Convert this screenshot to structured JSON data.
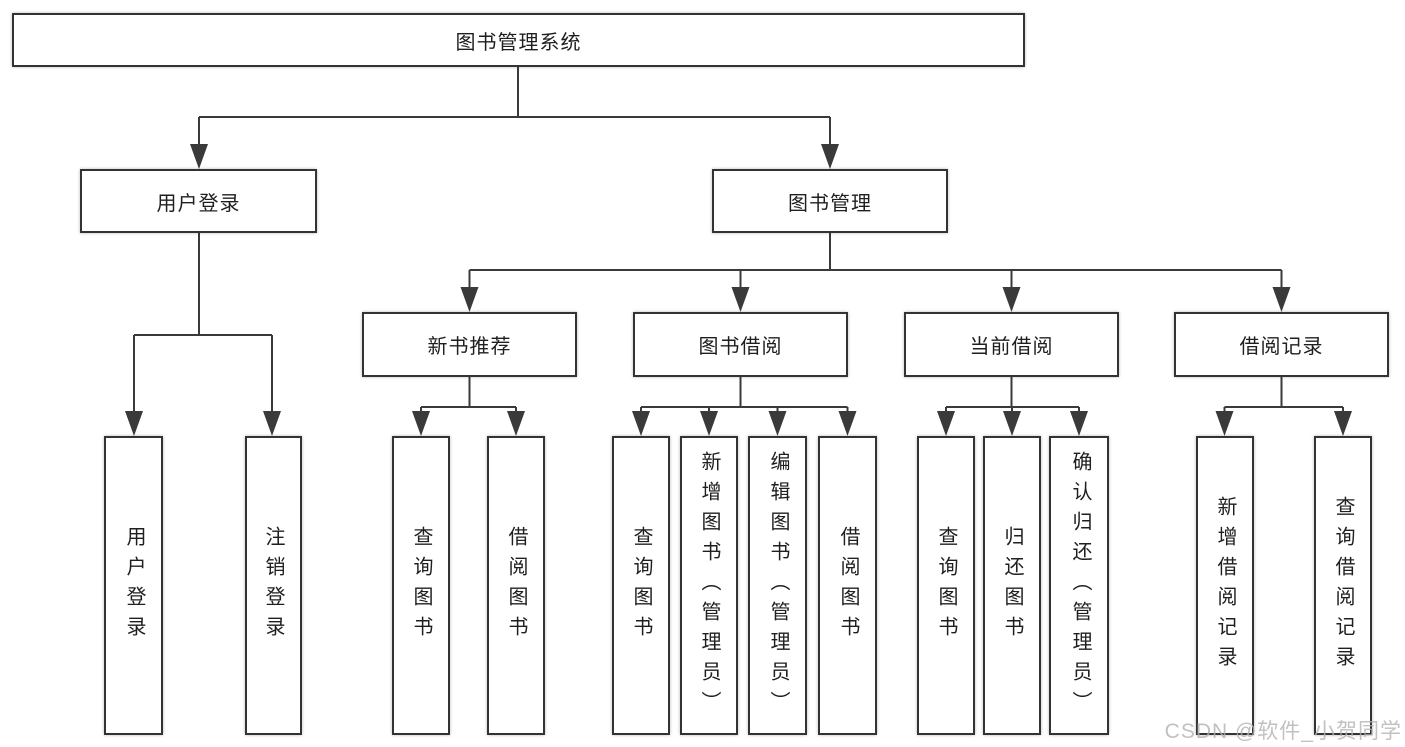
{
  "tree": {
    "label": "图书管理系统",
    "children": [
      {
        "label": "用户登录",
        "children": [
          {
            "label": "用户登录"
          },
          {
            "label": "注销登录"
          }
        ]
      },
      {
        "label": "图书管理",
        "children": [
          {
            "label": "新书推荐",
            "children": [
              {
                "label": "查询图书"
              },
              {
                "label": "借阅图书"
              }
            ]
          },
          {
            "label": "图书借阅",
            "children": [
              {
                "label": "查询图书"
              },
              {
                "label": "新增图书（管理员）"
              },
              {
                "label": "编辑图书（管理员）"
              },
              {
                "label": "借阅图书"
              }
            ]
          },
          {
            "label": "当前借阅",
            "children": [
              {
                "label": "查询图书"
              },
              {
                "label": "归还图书"
              },
              {
                "label": "确认归还（管理员）"
              }
            ]
          },
          {
            "label": "借阅记录",
            "children": [
              {
                "label": "新增借阅记录"
              },
              {
                "label": "查询借阅记录"
              }
            ]
          }
        ]
      }
    ]
  },
  "watermark": {
    "text": "CSDN @软件_小贺同学"
  },
  "colors": {
    "line": "#3a3a3a",
    "border": "#333333",
    "text": "#1f1f1f",
    "background": "#ffffff",
    "watermark": "#b2b2b2"
  }
}
